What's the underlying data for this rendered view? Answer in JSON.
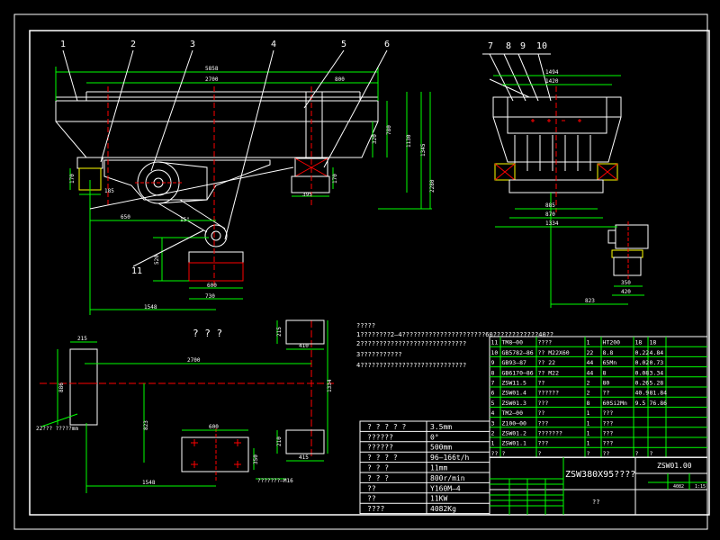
{
  "drawing": {
    "title_block": {
      "model": "ZSW380X95????",
      "code": "ZSW01.00",
      "weight": "4082",
      "scale": "1:15",
      "company": "??"
    },
    "callouts_front": [
      "1",
      "2",
      "3",
      "4",
      "5",
      "6"
    ],
    "callouts_side": [
      "7",
      "8",
      "9",
      "10"
    ],
    "callout_11": "11",
    "front_dims": {
      "overall": "5858",
      "inner": "2700",
      "top_right": "800",
      "h_320": "320",
      "h_780": "780",
      "h_1130": "1130",
      "h_1345": "1345",
      "h_2280": "2280",
      "h_170_left": "170",
      "w_185": "185",
      "w_395": "395",
      "h_170_right": "170",
      "w_650": "650",
      "w_520": "520",
      "w_600": "600",
      "w_730": "730",
      "w_1548": "1548",
      "angle": "15°"
    },
    "side_dims": {
      "top_1494": "1494",
      "top_1420": "1420",
      "w_885": "885",
      "w_870": "870",
      "w_1334": "1334",
      "w_350": "350",
      "w_420": "420",
      "w_823": "823"
    },
    "plan": {
      "label": "? ? ?",
      "w_215": "215",
      "h_886": "886",
      "w_2700": "2700",
      "h_823": "823",
      "w_600": "600",
      "w_1548": "1548",
      "h_350": "350",
      "anchor_note_left": "22???\n?????mm",
      "anchor_note_right": "???????—M16",
      "pad_top_215": "215",
      "pad_top_410": "410",
      "h_1334": "1334",
      "pad_bot_210": "210",
      "pad_bot_415": "415"
    },
    "notes": {
      "heading": "?????",
      "lines": [
        "1????????2—4??????????????????????60????????????40??",
        "2????????????????????????????",
        "3???????????",
        "4????????????????????????????"
      ]
    },
    "parts_table": {
      "rows": [
        [
          "11",
          "TM8—00",
          "????",
          "1",
          "HT200",
          "18",
          "18"
        ],
        [
          "10",
          "GB5782—86",
          "?? M22X60",
          "22",
          "8.8",
          "0.22",
          "4.84"
        ],
        [
          "9",
          "GB93—87",
          "?? 22",
          "44",
          "65Mn",
          "0.02",
          "0.73"
        ],
        [
          "8",
          "GB6170—86",
          "?? M22",
          "44",
          "8",
          "0.08",
          "3.34"
        ],
        [
          "7",
          "ZSW11.5",
          "??",
          "2",
          "80",
          "0.26",
          "5.28"
        ],
        [
          "6",
          "ZSW01.4",
          "??????",
          "2",
          "??",
          "40.9",
          "81.84"
        ],
        [
          "5",
          "ZSW01.3",
          "???",
          "8",
          "60Si2Mn",
          "9.5",
          "76.86"
        ],
        [
          "4",
          "TM2—00",
          "??",
          "1",
          "???",
          "",
          ""
        ],
        [
          "3",
          "Z100—00",
          "???",
          "1",
          "???",
          "",
          ""
        ],
        [
          "2",
          "ZSW01.2",
          "???????",
          "1",
          "???",
          "",
          ""
        ],
        [
          "1",
          "ZSW01.1",
          "???",
          "1",
          "???",
          "",
          ""
        ]
      ],
      "header": [
        "??",
        "?",
        "?",
        "?",
        "??",
        "?",
        "?"
      ]
    },
    "spec_table": {
      "rows": [
        [
          "? ? ? ? ?",
          "3.5mm"
        ],
        [
          "??????",
          "0°"
        ],
        [
          "??????",
          "500mm"
        ],
        [
          "? ? ? ?",
          "96—166t/h"
        ],
        [
          "? ? ?",
          "11mm"
        ],
        [
          "? ? ?",
          "800r/min"
        ],
        [
          "??",
          "Y160M—4"
        ],
        [
          "??",
          "11KW"
        ],
        [
          "????",
          "4082Kg"
        ]
      ]
    }
  }
}
